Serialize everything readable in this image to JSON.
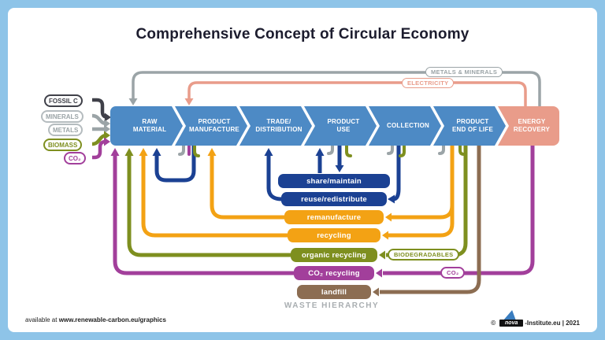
{
  "colors": {
    "frame": "#8ec4e8",
    "blue": "#4d8ac5",
    "salmon": "#e99c8a",
    "navy": "#1b4193",
    "orange": "#f3a214",
    "olive": "#7e8f1f",
    "purple": "#a23f9b",
    "brown": "#8c6d52",
    "gray": "#9ba4a7",
    "lgray": "#b5bcbf",
    "dark": "#3f4049",
    "title": "#1c1c2e",
    "wgray": "#a9aeb1"
  },
  "title": "Comprehensive Concept of Circular Economy",
  "stages": [
    {
      "label": "RAW\nMATERIAL"
    },
    {
      "label": "PRODUCT\nMANUFACTURE"
    },
    {
      "label": "TRADE/\nDISTRIBUTION"
    },
    {
      "label": "PRODUCT\nUSE"
    },
    {
      "label": "COLLECTION"
    },
    {
      "label": "PRODUCT\nEND OF LIFE"
    },
    {
      "label": "ENERGY\nRECOVERY"
    }
  ],
  "inputs": [
    {
      "label": "FOSSIL C"
    },
    {
      "label": "MINERALS"
    },
    {
      "label": "METALS"
    },
    {
      "label": "BIOMASS"
    },
    {
      "label": "CO₂"
    }
  ],
  "top_tags": {
    "metals_minerals": "METALS & MINERALS",
    "electricity": "ELECTRICITY"
  },
  "loops": [
    {
      "label": "share/maintain"
    },
    {
      "label": "reuse/redistribute"
    },
    {
      "label": "remanufacture"
    },
    {
      "label": "recycling"
    },
    {
      "label": "organic recycling"
    },
    {
      "label": "CO₂ recycling"
    },
    {
      "label": "landfill"
    }
  ],
  "side_tags": {
    "biodegradables": "BIODEGRADABLES",
    "co2": "CO₂"
  },
  "waste_hierarchy_label": "WASTE HIERARCHY",
  "footer": {
    "available_prefix": "available at ",
    "url": "www.renewable-carbon.eu/graphics",
    "copyright": "©",
    "brand": "nova",
    "suffix": "-Institute.eu | 2021"
  }
}
